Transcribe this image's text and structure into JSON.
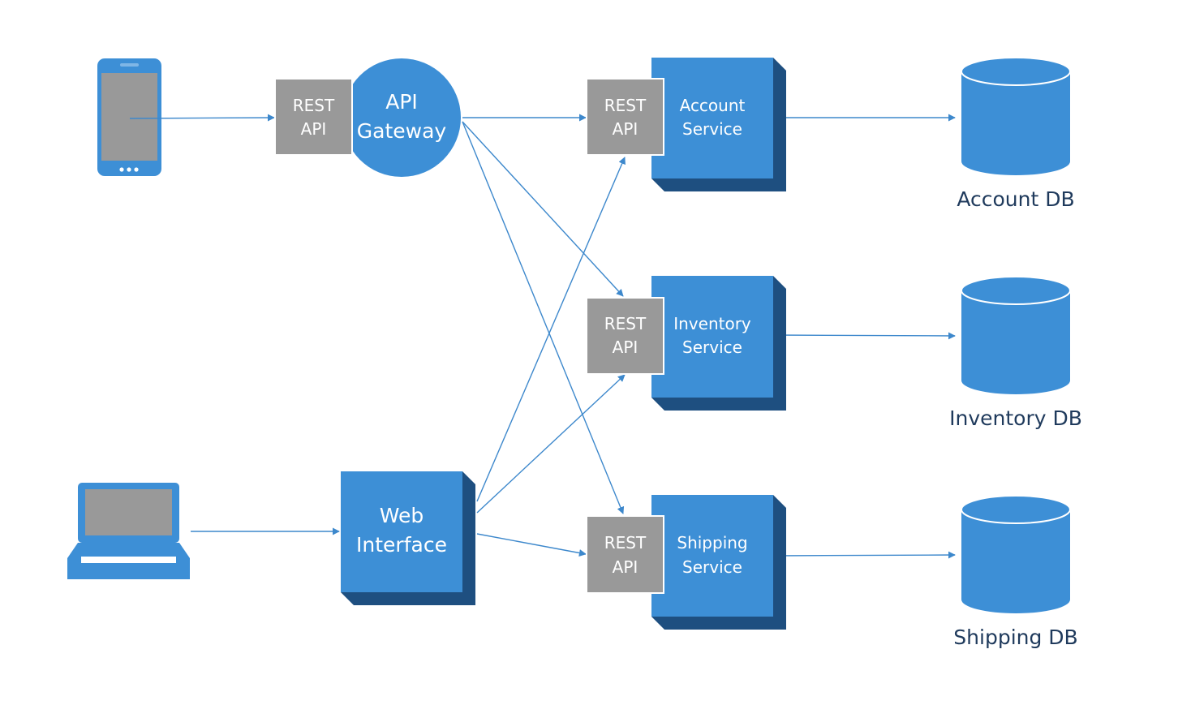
{
  "gateway": {
    "rest_line1": "REST",
    "rest_line2": "API",
    "label_line1": "API",
    "label_line2": "Gateway"
  },
  "web_interface": {
    "label_line1": "Web",
    "label_line2": "Interface"
  },
  "services": [
    {
      "rest_line1": "REST",
      "rest_line2": "API",
      "label_line1": "Account",
      "label_line2": "Service",
      "db_label": "Account DB"
    },
    {
      "rest_line1": "REST",
      "rest_line2": "API",
      "label_line1": "Inventory",
      "label_line2": "Service",
      "db_label": "Inventory DB"
    },
    {
      "rest_line1": "REST",
      "rest_line2": "API",
      "label_line1": "Shipping",
      "label_line2": "Service",
      "db_label": "Shipping DB"
    }
  ],
  "clients": {
    "mobile_icon": "mobile-phone-icon",
    "laptop_icon": "laptop-icon"
  },
  "colors": {
    "blue": "#3d8fd6",
    "dark_blue": "#1e4f80",
    "gray": "#999999",
    "arrow": "#3d88cc"
  }
}
